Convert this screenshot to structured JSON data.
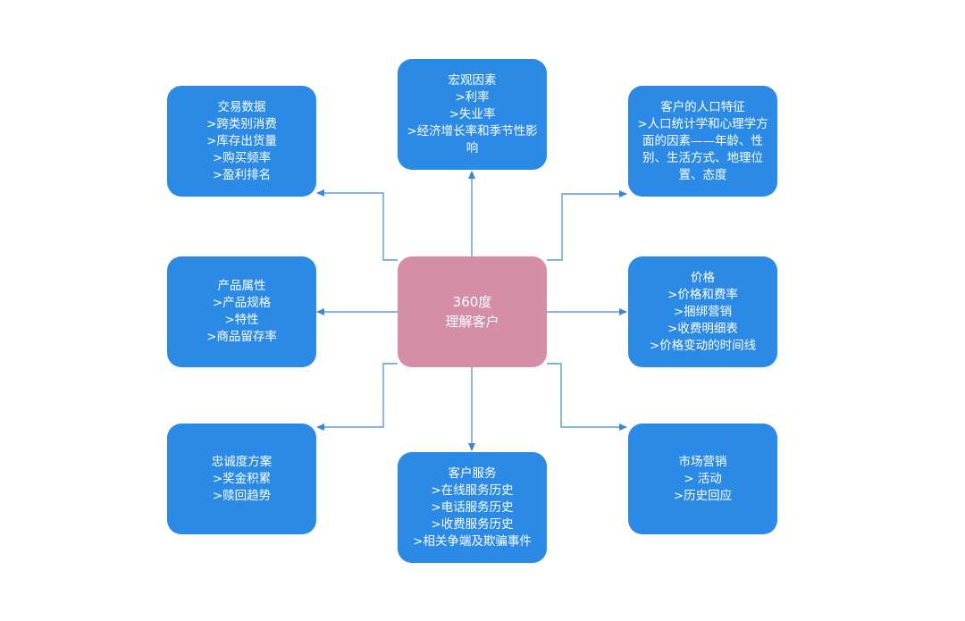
{
  "diagram": {
    "center": {
      "lines": [
        "360度",
        "理解客户"
      ],
      "color": "#d48fa6"
    },
    "node_color": "#2a8ae6",
    "connector_color": "#4a90d9",
    "nodes": [
      {
        "id": "transaction-data",
        "lines": [
          "交易数据",
          ">跨类别消费",
          ">库存出货量",
          ">购买频率",
          ">盈利排名"
        ]
      },
      {
        "id": "macro-factors",
        "lines": [
          "宏观因素",
          ">利率",
          ">失业率",
          ">经济增长率和季节性影",
          "响"
        ]
      },
      {
        "id": "demographics",
        "lines": [
          "客户的人口特征",
          ">人口统计学和心理学方",
          "面的因素——年龄、性",
          "别、生活方式、地理位",
          "置、态度"
        ]
      },
      {
        "id": "product-attributes",
        "lines": [
          "产品属性",
          ">产品规格",
          ">特性",
          ">商品留存率"
        ]
      },
      {
        "id": "pricing",
        "lines": [
          "价格",
          ">价格和费率",
          ">捆绑营销",
          ">收费明细表",
          ">价格变动的时间线"
        ]
      },
      {
        "id": "loyalty-program",
        "lines": [
          "忠诚度方案",
          ">奖金积累",
          ">赎回趋势"
        ]
      },
      {
        "id": "customer-service",
        "lines": [
          "客户服务",
          ">在线服务历史",
          ">电话服务历史",
          ">收费服务历史",
          ">相关争端及欺骗事件"
        ]
      },
      {
        "id": "marketing",
        "lines": [
          "市场营销",
          "> 活动",
          ">历史回应"
        ]
      }
    ]
  }
}
